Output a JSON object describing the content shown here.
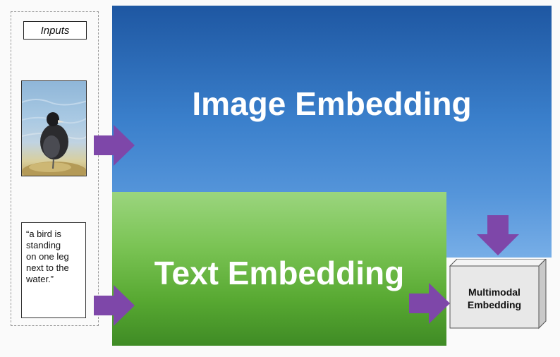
{
  "inputs": {
    "label": "Inputs",
    "caption_lines": [
      "“a bird is",
      "standing",
      "on one leg",
      "next to the",
      "water.”"
    ]
  },
  "blocks": {
    "image_embedding": "Image Embedding",
    "text_embedding": "Text Embedding",
    "multimodal_lines": [
      "Multimodal",
      "Embedding"
    ]
  },
  "colors": {
    "arrow": "#7e47a9",
    "image_top": "#1e57a2",
    "image_bottom": "#77aee7",
    "text_top": "#9bd57e",
    "text_bottom": "#3f8b25",
    "box_face": "#e8e8e8"
  }
}
